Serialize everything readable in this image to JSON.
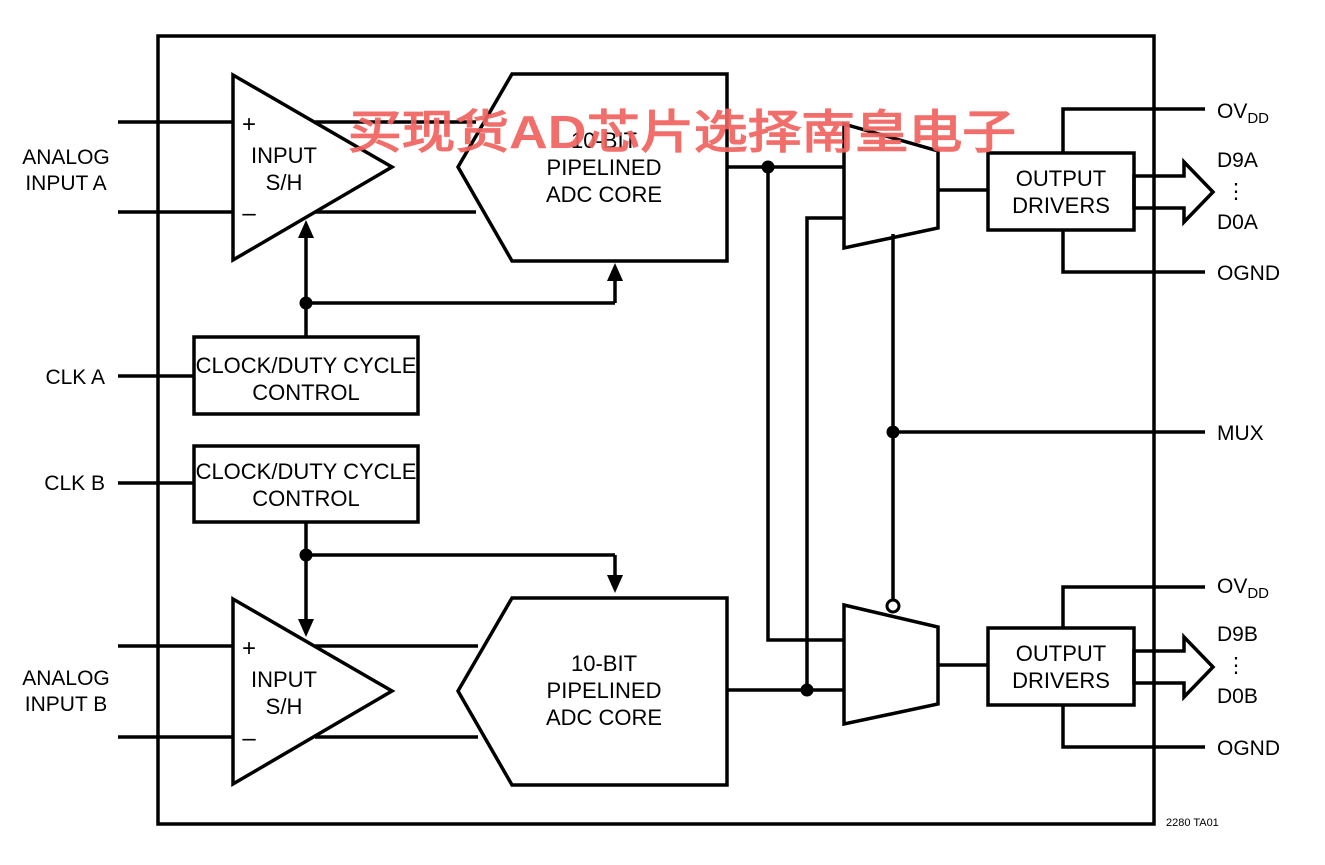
{
  "inputs": {
    "analog_a": [
      "ANALOG",
      "INPUT A"
    ],
    "analog_b": [
      "ANALOG",
      "INPUT B"
    ],
    "clk_a": "CLK A",
    "clk_b": "CLK B"
  },
  "blocks": {
    "sh": [
      "INPUT",
      "S/H"
    ],
    "adc": [
      "10-BIT",
      "PIPELINED",
      "ADC CORE"
    ],
    "clock_ctrl": [
      "CLOCK/DUTY CYCLE",
      "CONTROL"
    ],
    "drivers": [
      "OUTPUT",
      "DRIVERS"
    ]
  },
  "signs": {
    "plus": "+",
    "minus": "–"
  },
  "outputs": {
    "ovdd_main": "OV",
    "ovdd_sub": "DD",
    "d9a": "D9A",
    "d0a": "D0A",
    "ognd": "OGND",
    "mux": "MUX",
    "d9b": "D9B",
    "d0b": "D0B",
    "dots": "⋮"
  },
  "figure_id": "2280 TA01",
  "watermark": "买现货AD芯片选择南皇电子"
}
